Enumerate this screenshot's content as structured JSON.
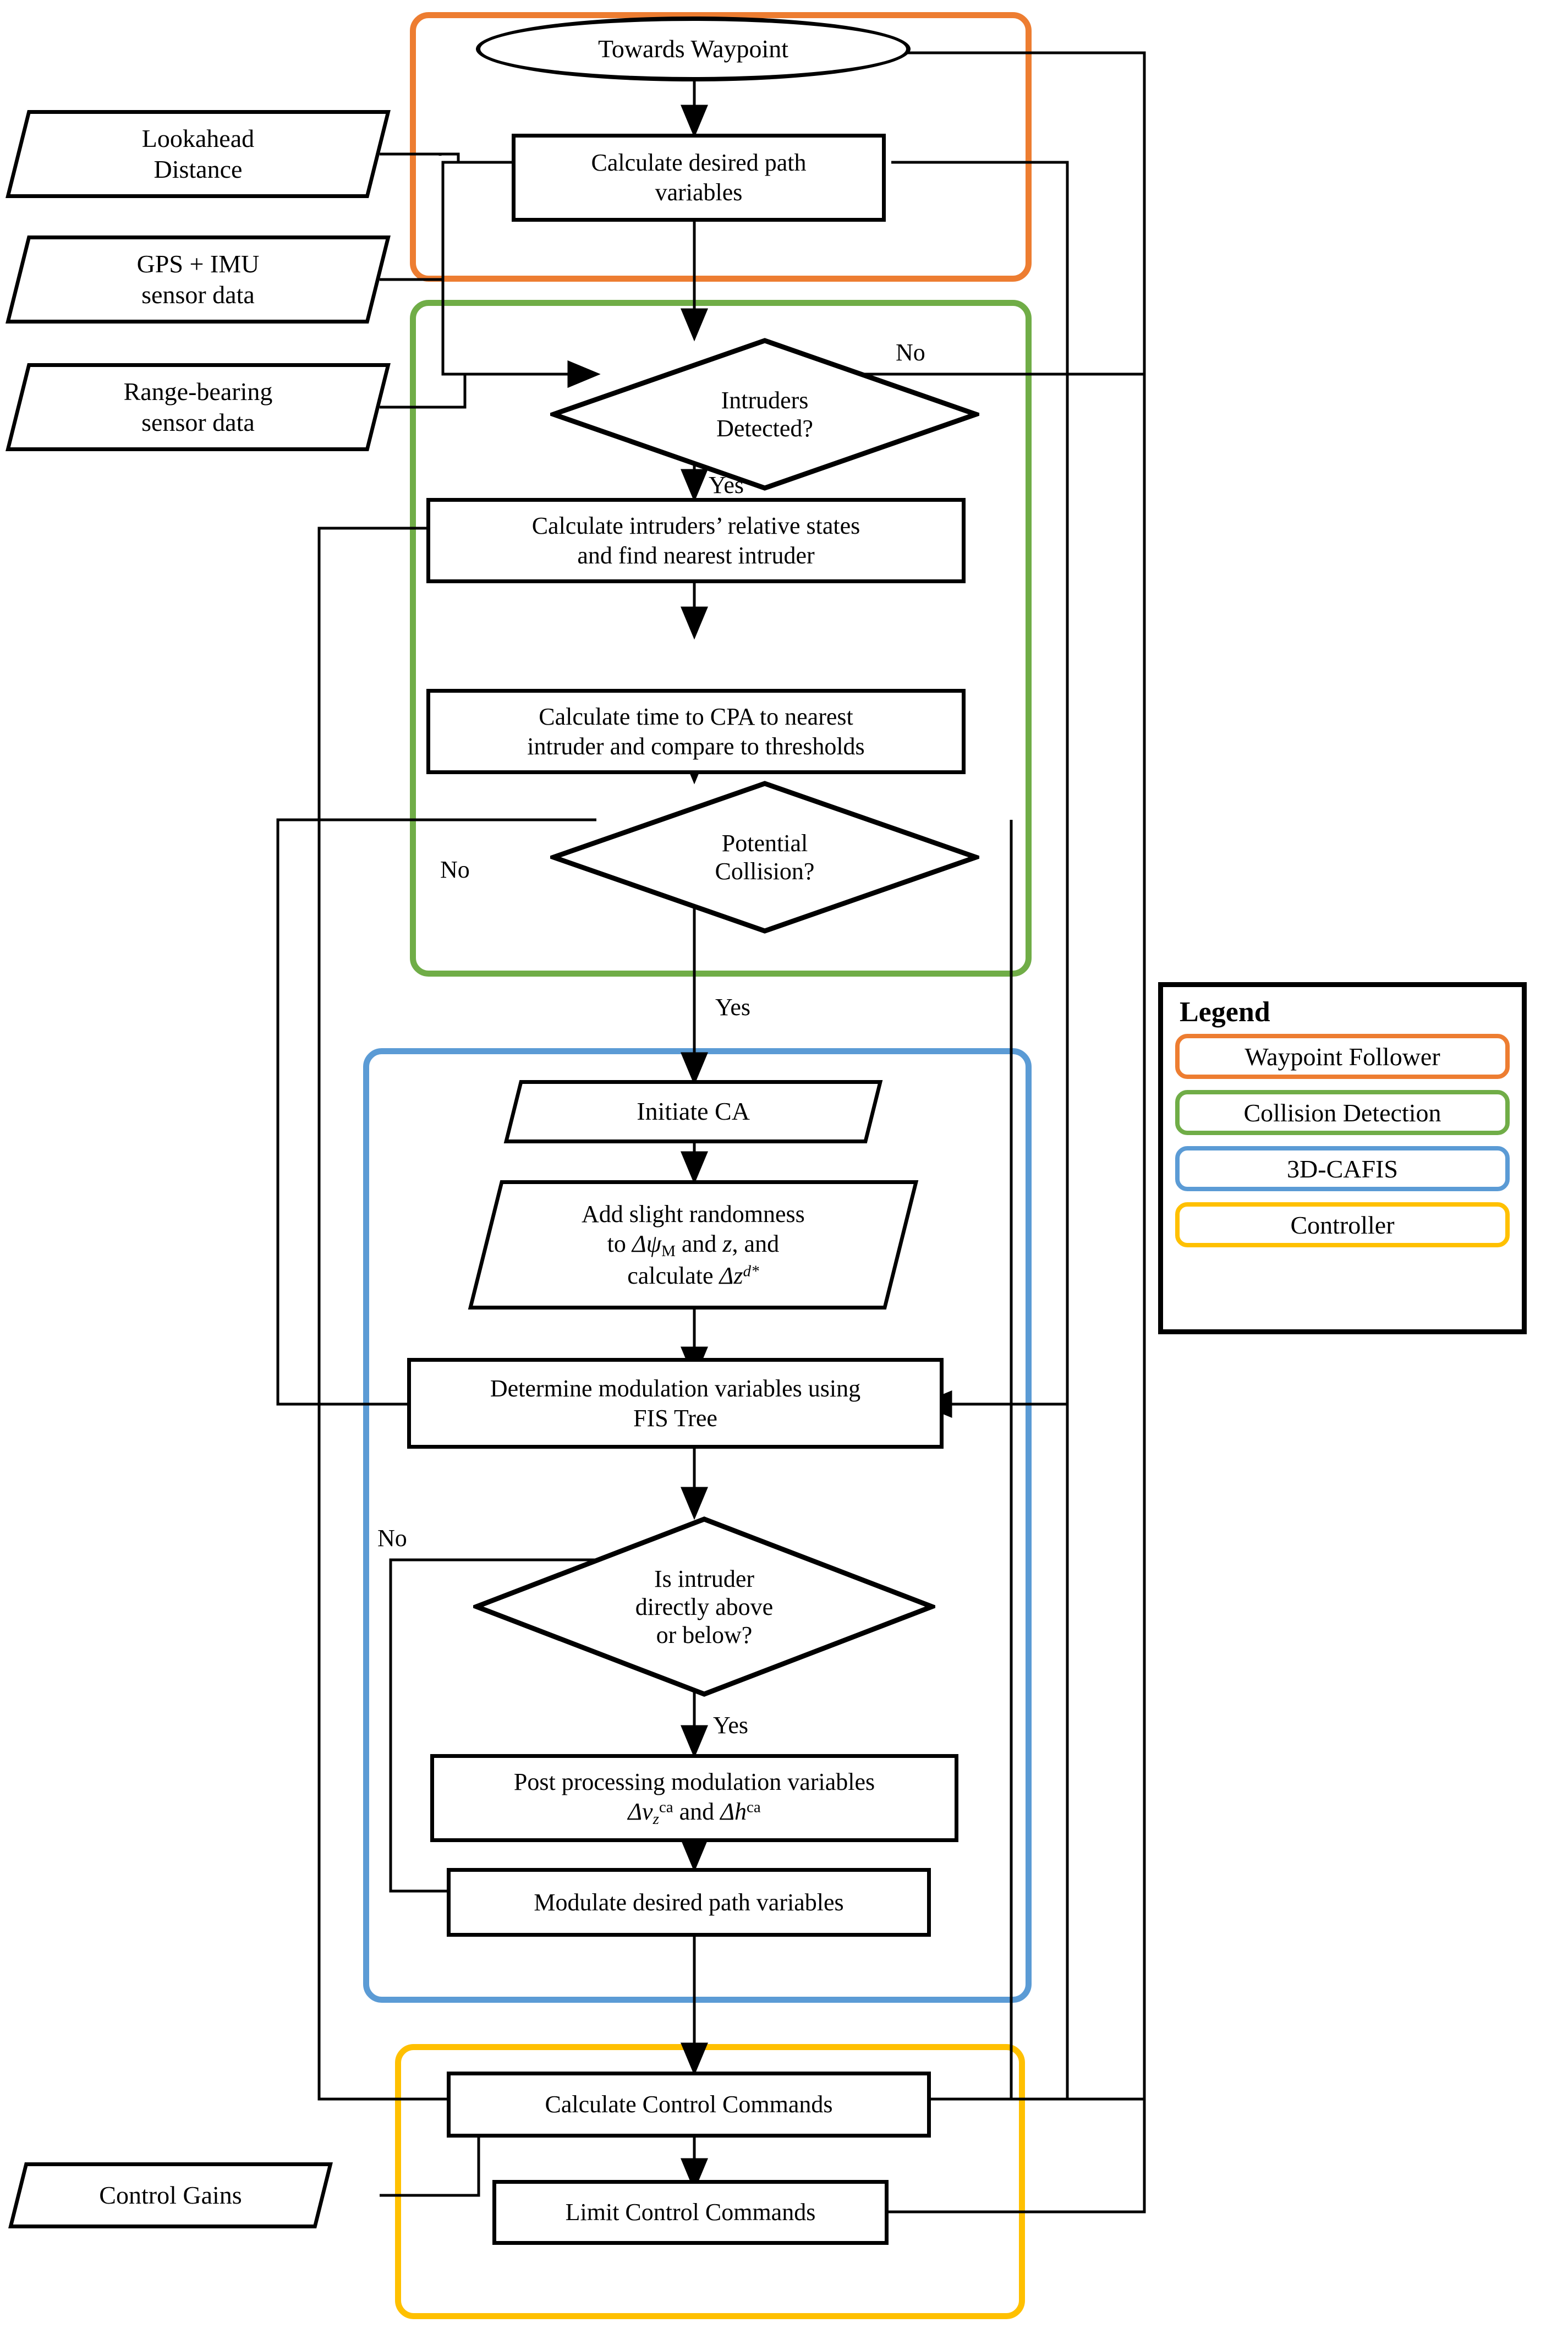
{
  "diagram": {
    "title": "Collision avoidance control architecture flowchart",
    "type": "flowchart"
  },
  "colors": {
    "waypoint_follower": "#ED7D31",
    "collision_detection": "#70AD47",
    "cafis": "#5B9BD5",
    "controller": "#FFC000",
    "stroke": "#000000",
    "background": "#FFFFFF"
  },
  "inputs": [
    {
      "id": "lookahead",
      "line1": "Lookahead",
      "line2": "Distance"
    },
    {
      "id": "gps_imu",
      "line1": "GPS + IMU",
      "line2": "sensor data"
    },
    {
      "id": "range_bearing",
      "line1": "Range-bearing",
      "line2": "sensor data"
    },
    {
      "id": "control_gains",
      "line1": "Control Gains",
      "line2": ""
    }
  ],
  "nodes": {
    "towards_waypoint": {
      "label": "Towards Waypoint",
      "shape": "terminator"
    },
    "calc_desired_path": {
      "line1": "Calculate desired path",
      "line2": "variables",
      "shape": "process"
    },
    "intruders_detected": {
      "line1": "Intruders",
      "line2": "Detected?",
      "shape": "decision"
    },
    "calc_rel_states": {
      "line1": "Calculate intruders’ relative states",
      "line2": "and find nearest intruder",
      "shape": "process"
    },
    "calc_cpa": {
      "line1": "Calculate time to CPA to nearest",
      "line2": "intruder and compare to thresholds",
      "shape": "process"
    },
    "potential_collision": {
      "line1": "Potential",
      "line2": "Collision?",
      "shape": "decision"
    },
    "initiate_ca": {
      "label": "Initiate CA",
      "shape": "io"
    },
    "add_randomness": {
      "line1": "Add slight randomness",
      "line2_pre": "to ",
      "line2_sym": "Δψ",
      "line2_sub": "M",
      "line2_mid": " and ",
      "line2_var": "z",
      "line2_post": ", and",
      "line3_pre": "calculate ",
      "line3_sym": "Δz",
      "line3_sup": "d*",
      "shape": "io"
    },
    "determine_modulation": {
      "line1": "Determine modulation variables using",
      "line2": "FIS Tree",
      "shape": "process"
    },
    "intruder_above_below": {
      "line1": "Is intruder",
      "line2": "directly above",
      "line3": "or below?",
      "shape": "decision"
    },
    "post_processing": {
      "line1": "Post processing modulation variables",
      "line2_pre": "Δv",
      "line2_sub": "z",
      "line2_sup": "ca",
      "line2_mid": " and ",
      "line2_sym2": "Δh",
      "line2_sup2": "ca",
      "shape": "process"
    },
    "modulate_path": {
      "label": "Modulate desired path variables",
      "shape": "process"
    },
    "calc_control": {
      "label": "Calculate Control Commands",
      "shape": "process"
    },
    "limit_control": {
      "label": "Limit Control Commands",
      "shape": "process"
    }
  },
  "edge_labels": {
    "intruders_no": "No",
    "intruders_yes": "Yes",
    "collision_no": "No",
    "collision_yes": "Yes",
    "above_below_no": "No",
    "above_below_yes": "Yes"
  },
  "legend": {
    "title": "Legend",
    "items": [
      {
        "label": "Waypoint Follower",
        "color": "#ED7D31"
      },
      {
        "label": "Collision Detection",
        "color": "#70AD47"
      },
      {
        "label": "3D-CAFIS",
        "color": "#5B9BD5"
      },
      {
        "label": "Controller",
        "color": "#FFC000"
      }
    ]
  }
}
